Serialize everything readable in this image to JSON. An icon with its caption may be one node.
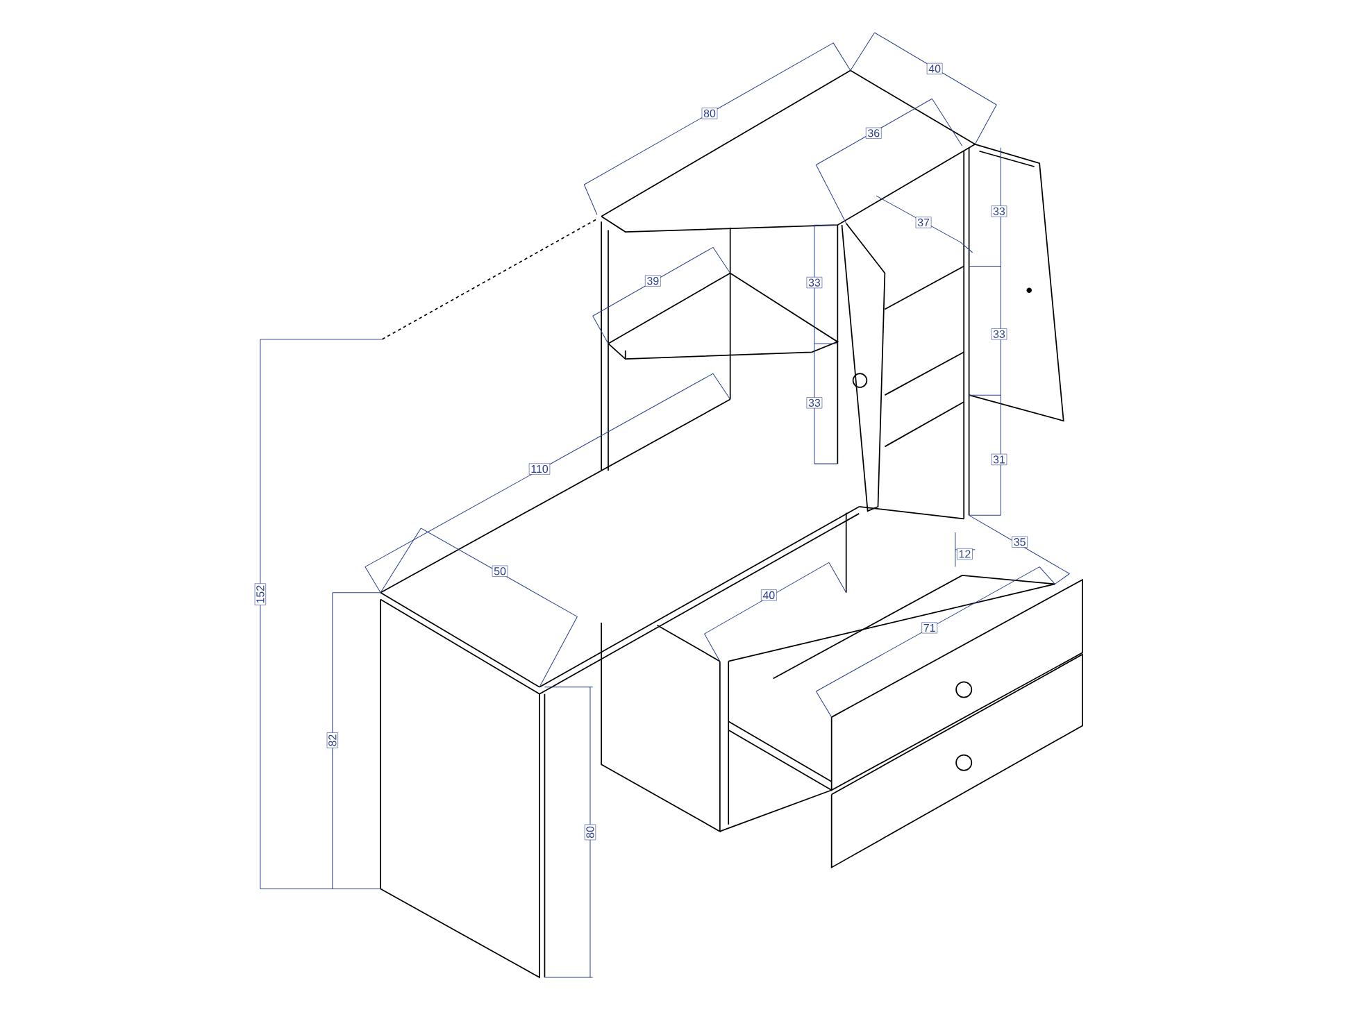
{
  "diagram": {
    "labels": [
      "40",
      "80",
      "36",
      "33",
      "37",
      "39",
      "33",
      "33",
      "33",
      "31",
      "110",
      "35",
      "12",
      "50",
      "152",
      "40",
      "71",
      "82",
      "80"
    ]
  }
}
